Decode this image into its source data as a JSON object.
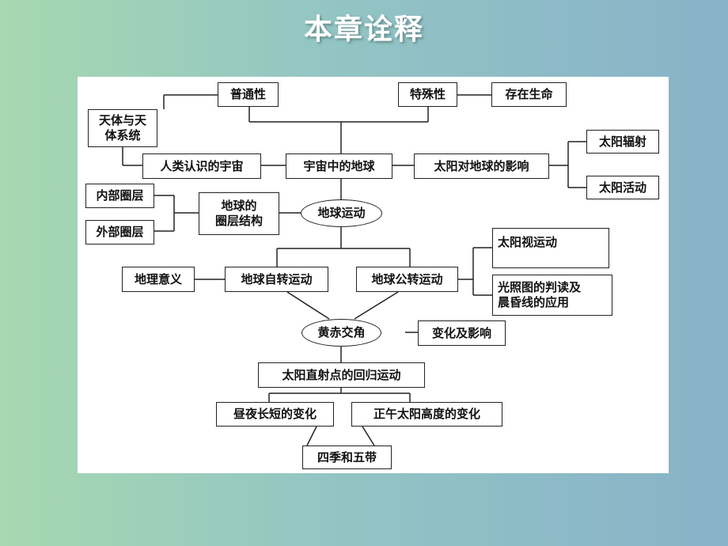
{
  "title": "本章诠释",
  "nodes": {
    "putong": "普通性",
    "teshu": "特殊性",
    "shengming": "存在生命",
    "tianti_line1": "天体与天",
    "tianti_line2": "体系统",
    "renlei": "人类认识的宇宙",
    "yuzhou": "宇宙中的地球",
    "taiyang_yingxiang": "太阳对地球的影响",
    "fushe": "太阳辐射",
    "huodong": "太阳活动",
    "neibu": "内部圈层",
    "waibu": "外部圈层",
    "quanceng_line1": "地球的",
    "quanceng_line2": "圈层结构",
    "yundong": "地球运动",
    "shiyundong": "太阳视运动",
    "zizhuan": "地球自转运动",
    "gongzhuan": "地球公转运动",
    "dili": "地理意义",
    "guangzhao_line1": "光照图的判读及",
    "guangzhao_line2": "晨昏线的应用",
    "huangchi": "黄赤交角",
    "bianhua": "变化及影响",
    "zhishe": "太阳直射点的回归运动",
    "zhouye": "昼夜长短的变化",
    "zhengwu": "正午太阳高度的变化",
    "siji": "四季和五带"
  }
}
